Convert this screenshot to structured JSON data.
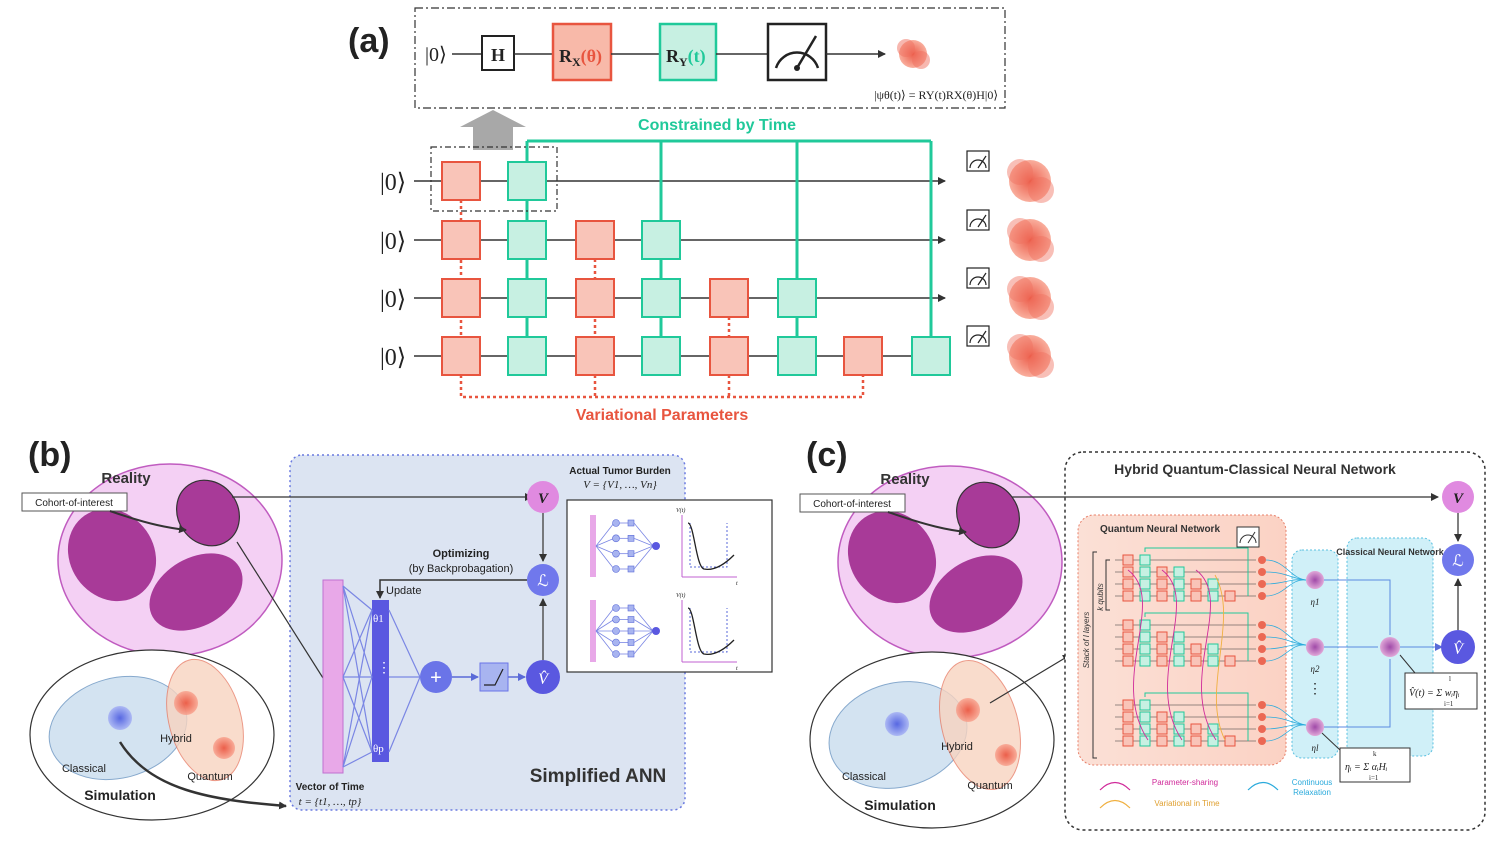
{
  "panel_labels": {
    "a": "(a)",
    "b": "(b)",
    "c": "(c)"
  },
  "panel_a": {
    "top_circuit": {
      "input": "|0⟩",
      "gates": [
        "H",
        "R",
        "R"
      ],
      "gate_subscripts": [
        "X",
        "Y"
      ],
      "gate_args": [
        "(θ)",
        "(t)"
      ],
      "equation": "|ψθ(t)⟩ = RY(t)RX(θ)H|0⟩"
    },
    "qubit_label": "|0⟩",
    "constrained_label": "Constrained by Time",
    "variational_label": "Variational Parameters",
    "colors": {
      "red": "#e8553f",
      "red_fill": "#f9c4b8",
      "green": "#20c99a",
      "green_fill": "#c7f0e2",
      "purple": "#6a6af0"
    }
  },
  "panel_b": {
    "reality": "Reality",
    "cohort": "Cohort-of-interest",
    "simulation": "Simulation",
    "classical": "Classical",
    "hybrid": "Hybrid",
    "quantum": "Quantum",
    "actual_tumor": "Actual Tumor Burden",
    "v_set": "V = {V1, …, Vn}",
    "optimizing": "Optimizing",
    "by_backprop": "(by Backprobagation)",
    "update": "Update",
    "theta1": "θ1",
    "thetap": "θp",
    "dots": "⋮",
    "plus": "+",
    "vector_time": "Vector of Time",
    "t_set": "t = {t1, …, tp}",
    "simplified_ann": "Simplified ANN",
    "node_V": "V",
    "node_L": "ℒ",
    "node_Vhat": "V̂",
    "plot_ylabel": "V(t)",
    "plot_xlabel": "t"
  },
  "panel_c": {
    "title": "Hybrid Quantum-Classical Neural Network",
    "reality": "Reality",
    "cohort": "Cohort-of-interest",
    "simulation": "Simulation",
    "classical": "Classical",
    "hybrid": "Hybrid",
    "quantum": "Quantum",
    "qnn": "Quantum Neural Network",
    "cnn": "Classical Neural Network",
    "k_qubits": "k qubits",
    "stack": "Stack of l layers",
    "eta1": "η1",
    "eta2": "η2",
    "etal": "ηl",
    "dots": "⋮",
    "vhat_eq": "V̂(t) = Σ wᵢηᵢ",
    "eta_eq": "ηᵢ = Σ αᵢHᵢ",
    "sum_top_l": "l",
    "sum_bot_i1": "i=1",
    "sum_top_k": "k",
    "param_sharing": "Parameter-sharing",
    "variational_time": "Variational in Time",
    "continuous": "Continuous",
    "relaxation": "Relaxation",
    "node_V": "V",
    "node_L": "ℒ",
    "node_Vhat": "V̂"
  }
}
